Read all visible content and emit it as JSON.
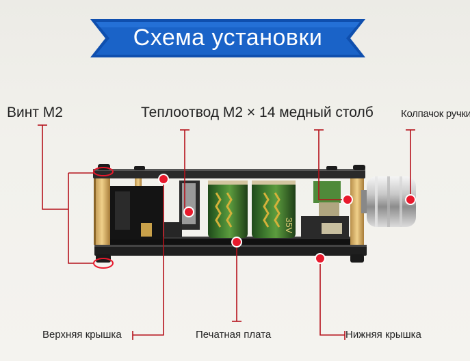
{
  "banner": {
    "title": "Схема установки"
  },
  "labels": {
    "screw": "Винт М2",
    "heatsink": "Теплоотвод М2 × 14 медный столб",
    "knob_cap": "Колпачок ручки",
    "top_cover": "Верхняя крышка",
    "pcb": "Печатная плата",
    "bottom_cover": "Нижняя крышка"
  },
  "capacitor_marking": "35V",
  "colors": {
    "banner": "#1565c8",
    "banner_dark": "#0d47a1",
    "leader_line": "#b5121b",
    "marker": "#e8192c"
  }
}
